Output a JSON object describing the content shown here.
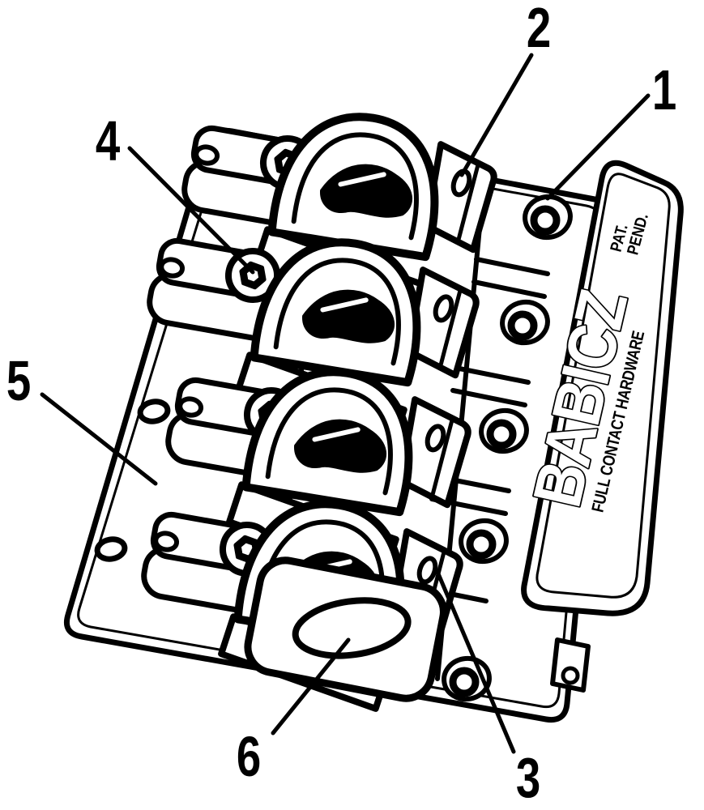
{
  "figure": {
    "background_color": "#ffffff",
    "line_color": "#000000"
  },
  "branding": {
    "logo": "BABICZ",
    "tagline": "FULL CONTACT HARDWARE",
    "patent_line_1": "PAT.",
    "patent_line_2": "PEND."
  },
  "callouts": [
    {
      "number": "1"
    },
    {
      "number": "2"
    },
    {
      "number": "3"
    },
    {
      "number": "4"
    },
    {
      "number": "5"
    },
    {
      "number": "6"
    }
  ]
}
